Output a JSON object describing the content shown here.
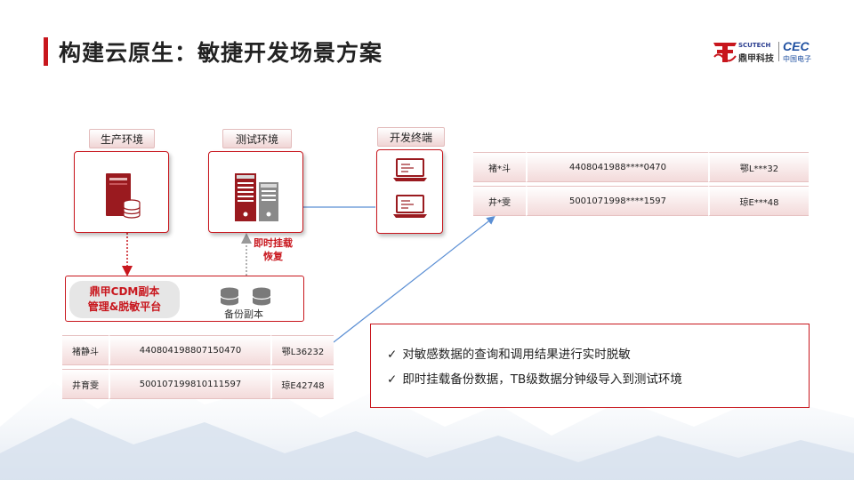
{
  "title": "构建云原生：敏捷开发场景方案",
  "logo": {
    "brand_en": "SCUTECH",
    "brand_cn": "鼎甲科技",
    "partner_en": "CEC",
    "partner_cn": "中国电子"
  },
  "colors": {
    "accent": "#c8161d",
    "arrow_blue": "#5b8fd4"
  },
  "environments": {
    "production": {
      "label": "生产环境",
      "icon": "server-database-icon"
    },
    "test": {
      "label": "测试环境",
      "icon": "server-rack-icon"
    },
    "dev": {
      "label": "开发终端",
      "icon": "laptop-icon"
    }
  },
  "cdm": {
    "line1": "鼎甲CDM副本",
    "line2": "管理&脱敏平台",
    "backup_label": "备份副本"
  },
  "recover": {
    "line1": "即时挂载",
    "line2": "恢复"
  },
  "raw_table": {
    "rows": [
      [
        "褚静斗",
        "440804198807150470",
        "鄂L36232"
      ],
      [
        "井育雯",
        "500107199810111597",
        "琼E42748"
      ]
    ]
  },
  "masked_table": {
    "rows": [
      [
        "褚*斗",
        "4408041988****0470",
        "鄂L***32"
      ],
      [
        "井*雯",
        "5001071998****1597",
        "琼E***48"
      ]
    ]
  },
  "bullets": [
    "对敏感数据的查询和调用结果进行实时脱敏",
    "即时挂载备份数据，TB级数据分钟级导入到测试环境"
  ]
}
